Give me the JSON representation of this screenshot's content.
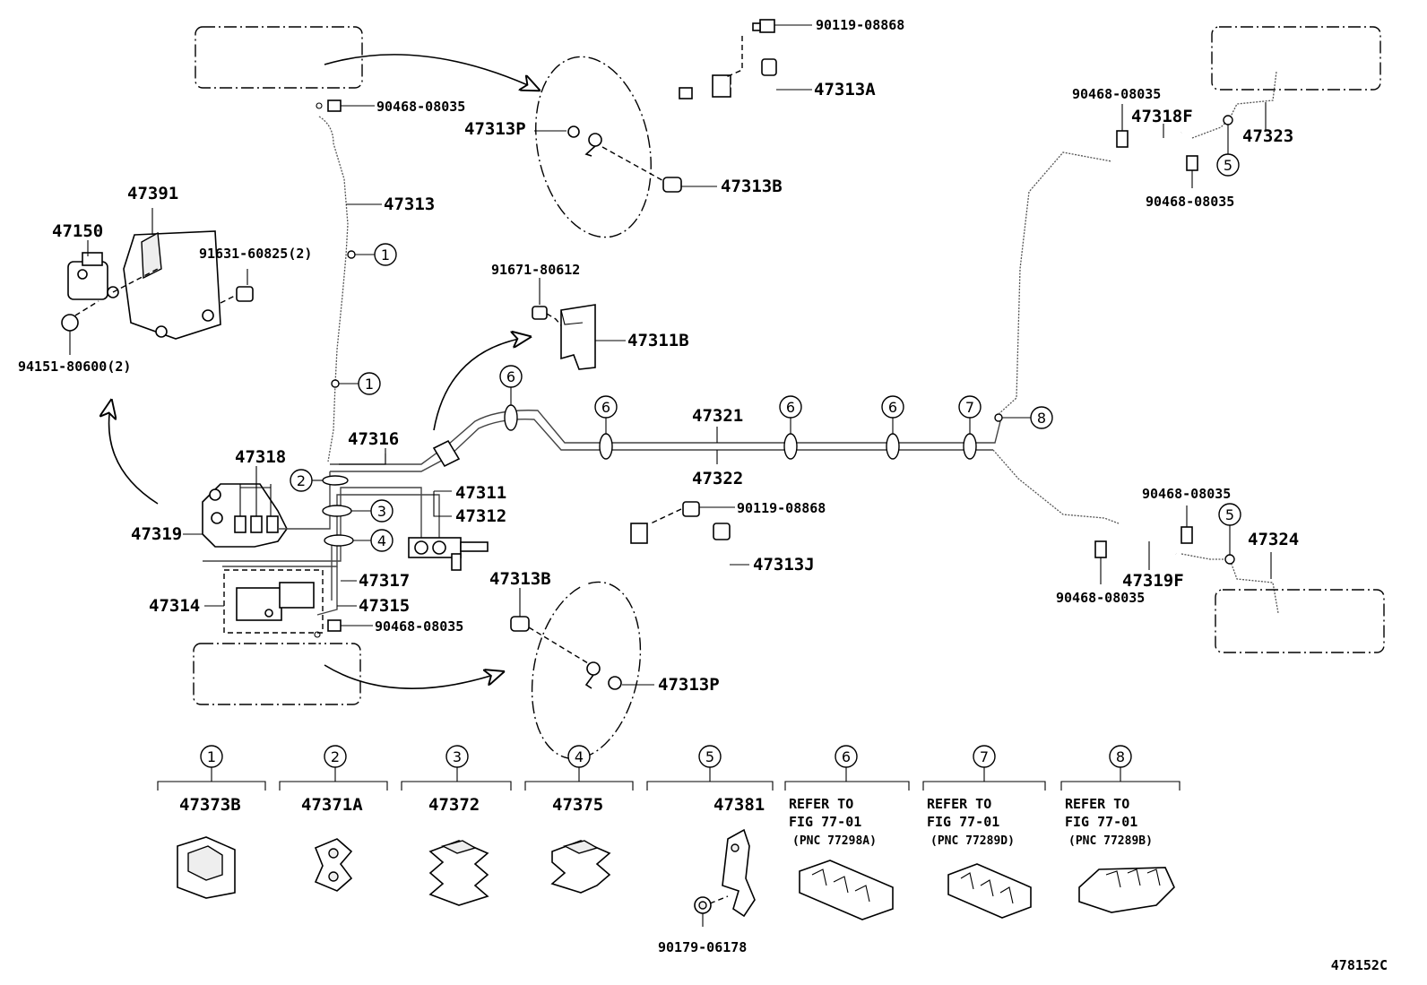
{
  "diagram_code": "478152C",
  "refs": {
    "r1": "1",
    "r2": "2",
    "r3": "3",
    "r4": "4",
    "r5": "5",
    "r6": "6",
    "r7": "7",
    "r8": "8"
  },
  "parts": {
    "p90119_top": "90119-08868",
    "p47313A": "47313A",
    "p47313P_top": "47313P",
    "p47313B_top": "47313B",
    "p90468_topleft": "90468-08035",
    "p47313": "47313",
    "p47391": "47391",
    "p47150": "47150",
    "p91631": "91631-60825(2)",
    "p94151": "94151-80600(2)",
    "p91671": "91671-80612",
    "p47311B": "47311B",
    "p47316": "47316",
    "p47318": "47318",
    "p47319": "47319",
    "p47311": "47311",
    "p47312": "47312",
    "p47317": "47317",
    "p47314": "47314",
    "p47315": "47315",
    "p90468_mid": "90468-08035",
    "p47313B_bot": "47313B",
    "p90119_bot": "90119-08868",
    "p47313J": "47313J",
    "p47313P_bot": "47313P",
    "p47321": "47321",
    "p47322": "47322",
    "p90468_tr1": "90468-08035",
    "p47318F": "47318F",
    "p47323": "47323",
    "p90468_tr2": "90468-08035",
    "p90468_br1": "90468-08035",
    "p47324": "47324",
    "p47319F": "47319F",
    "p90468_br2": "90468-08035"
  },
  "legend": [
    {
      "ref": "1",
      "part": "47373B"
    },
    {
      "ref": "2",
      "part": "47371A"
    },
    {
      "ref": "3",
      "part": "47372"
    },
    {
      "ref": "4",
      "part": "47375"
    },
    {
      "ref": "5",
      "part": "47381",
      "sub": "90179-06178"
    },
    {
      "ref": "6",
      "line1": "REFER TO",
      "line2": "FIG 77-01",
      "line3": "(PNC 77298A)"
    },
    {
      "ref": "7",
      "line1": "REFER TO",
      "line2": "FIG 77-01",
      "line3": "(PNC 77289D)"
    },
    {
      "ref": "8",
      "line1": "REFER TO",
      "line2": "FIG 77-01",
      "line3": "(PNC 77289B)"
    }
  ]
}
